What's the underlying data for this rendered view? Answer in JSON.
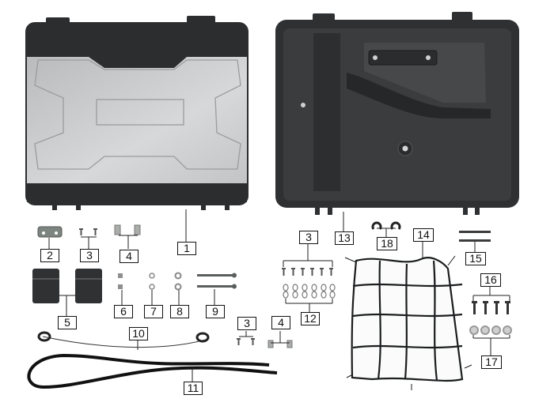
{
  "diagram": {
    "type": "exploded-parts-diagram",
    "subject": "Top case / luggage box assembly",
    "colors": {
      "background": "#ffffff",
      "lid_shell_silver": "#c9cbcc",
      "case_black": "#2a2c2e",
      "callout_border": "#111111"
    },
    "callouts": [
      {
        "id": "c1",
        "label": "1",
        "part": "lid-assembly"
      },
      {
        "id": "c2",
        "label": "2",
        "part": "hinge-bracket"
      },
      {
        "id": "c3a",
        "label": "3",
        "part": "screw-pair-top-left"
      },
      {
        "id": "c4a",
        "label": "4",
        "part": "clip-nut-pair"
      },
      {
        "id": "c5",
        "label": "5",
        "part": "rubber-pad-pair"
      },
      {
        "id": "c6",
        "label": "6",
        "part": "bushing-pair"
      },
      {
        "id": "c7",
        "label": "7",
        "part": "small-washer-pair"
      },
      {
        "id": "c8",
        "label": "8",
        "part": "washer-pair"
      },
      {
        "id": "c9",
        "label": "9",
        "part": "long-bolt-pair"
      },
      {
        "id": "c10",
        "label": "10",
        "part": "lid-strap-cable"
      },
      {
        "id": "c11",
        "label": "11",
        "part": "rubber-seal"
      },
      {
        "id": "c3b",
        "label": "3",
        "part": "screw-pair-lower"
      },
      {
        "id": "c4b",
        "label": "4",
        "part": "clip-nut-pair-lower"
      },
      {
        "id": "c3c",
        "label": "3",
        "part": "screw-set-of-six"
      },
      {
        "id": "c12",
        "label": "12",
        "part": "s-hook-set-of-six"
      },
      {
        "id": "c13",
        "label": "13",
        "part": "case-body"
      },
      {
        "id": "c18",
        "label": "18",
        "part": "c-clip-pair"
      },
      {
        "id": "c14",
        "label": "14",
        "part": "cargo-net"
      },
      {
        "id": "c15",
        "label": "15",
        "part": "rod-pair"
      },
      {
        "id": "c16",
        "label": "16",
        "part": "bolt-set-of-four"
      },
      {
        "id": "c17",
        "label": "17",
        "part": "washer-set-of-four"
      }
    ]
  }
}
